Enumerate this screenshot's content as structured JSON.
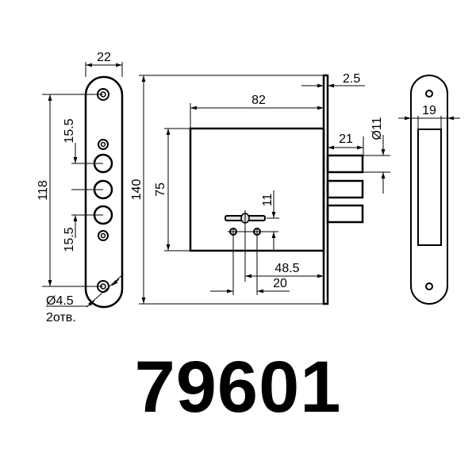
{
  "drawing": {
    "model_number": "79601",
    "front_plate": {
      "width_label": "22",
      "screw_spacing_label": "118",
      "upper_spacing_label": "15.5",
      "lower_spacing_label": "15.5",
      "hole_label": "Ø4.5",
      "hole_count_label": "2отв."
    },
    "lock_body": {
      "height_label": "140",
      "body_width_label": "82",
      "plate_thickness_label": "2.5",
      "body_height_label": "75",
      "keyhole_offset_label": "11",
      "backset_label": "48.5",
      "spindle_spacing_label": "20",
      "bolt_length_label": "21",
      "bolt_diameter_label": "Ø11"
    },
    "strike_plate": {
      "width_label": "19"
    },
    "colors": {
      "line": "#000000",
      "background": "#ffffff"
    }
  }
}
